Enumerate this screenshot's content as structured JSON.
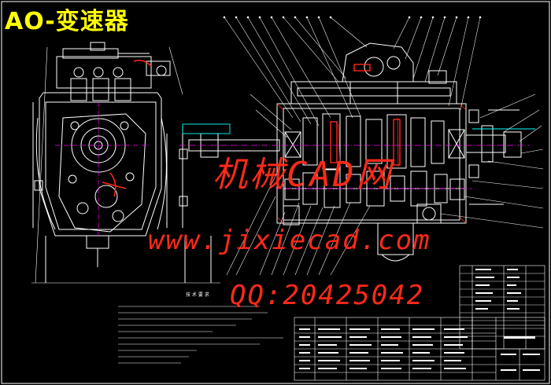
{
  "drawing": {
    "title": "AO-变速器",
    "watermarks": {
      "line1": "机械CAD网",
      "line2": "www.jixiecad.com",
      "line3": "QQ:20425042"
    },
    "notes_heading": "技 术 要 求",
    "colors": {
      "background": "#000000",
      "line_white": "#ffffff",
      "title": "#ffff00",
      "watermark": "#ff2a1a",
      "centerline": "#ff00ff",
      "dimension": "#00ffff",
      "accent_red": "#ff0000"
    }
  }
}
